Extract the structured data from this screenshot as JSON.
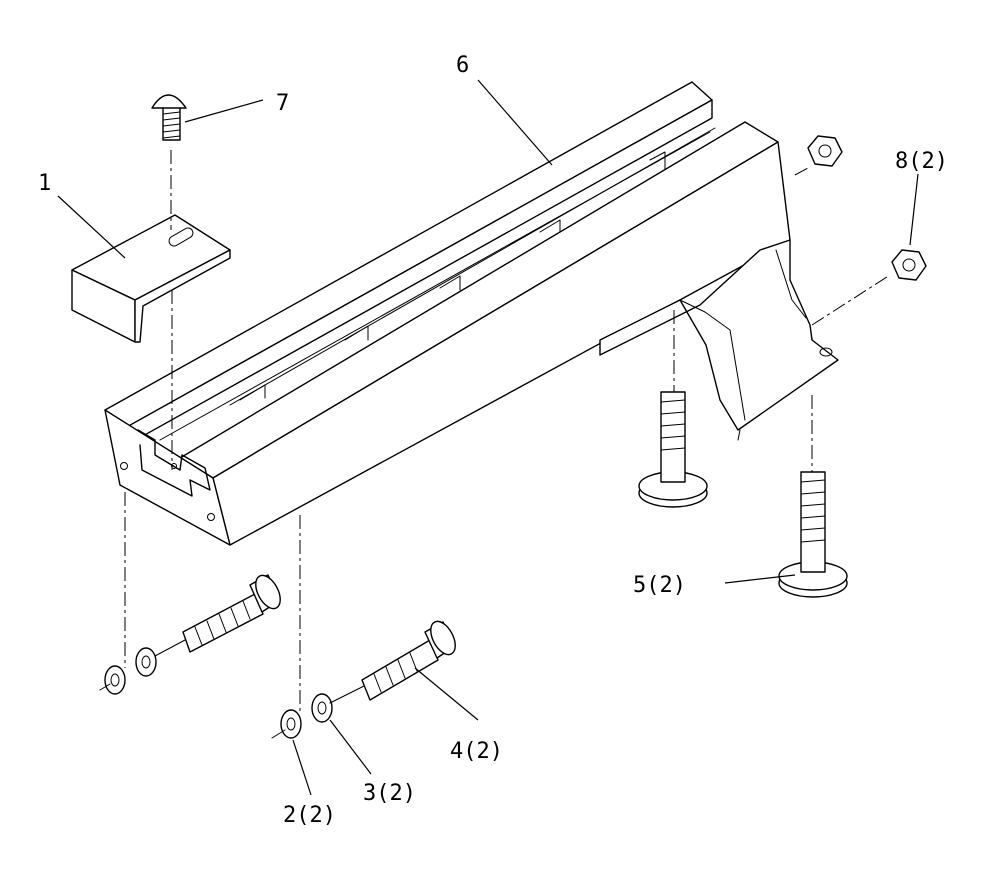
{
  "callouts": {
    "c1": "1",
    "c2": "2(2)",
    "c3": "3(2)",
    "c4": "4(2)",
    "c5": "5(2)",
    "c6": "6",
    "c7": "7",
    "c8": "8(2)"
  }
}
